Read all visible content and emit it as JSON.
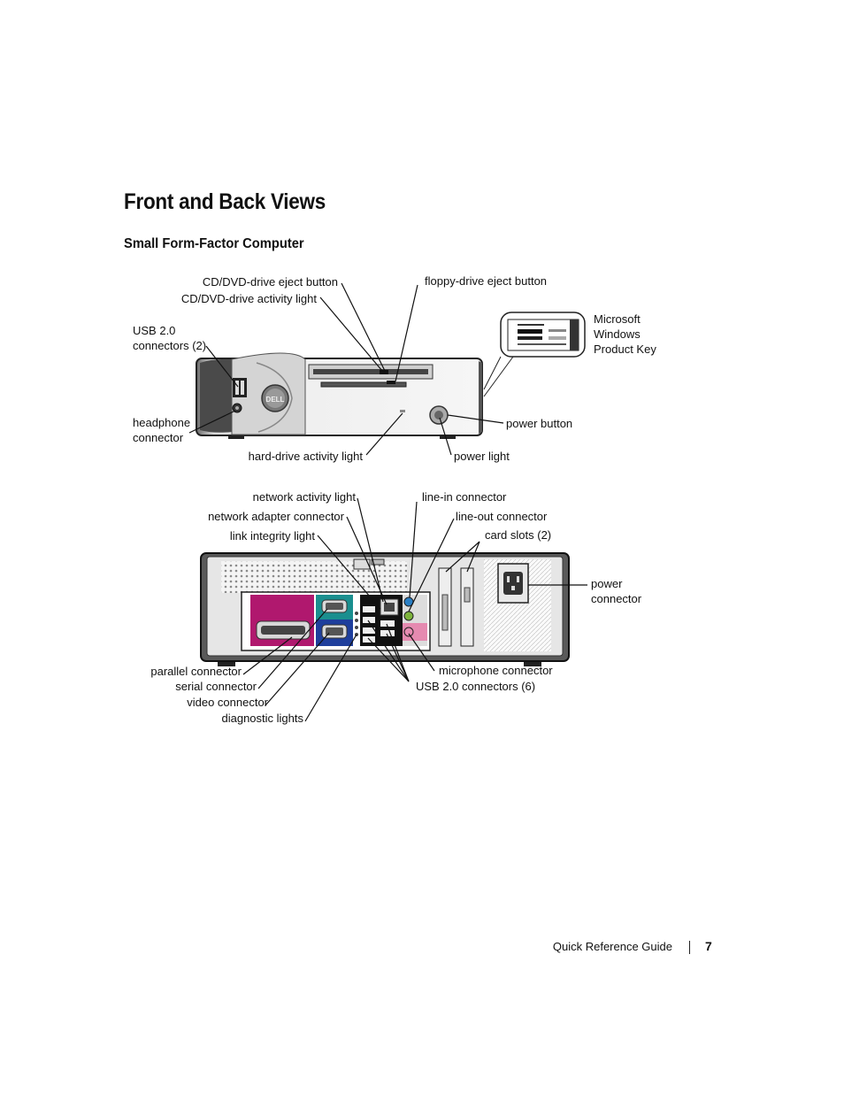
{
  "heading": "Front and Back Views",
  "subheading": "Small Form-Factor Computer",
  "front_labels": {
    "cd_eject": "CD/DVD-drive eject button",
    "cd_activity": "CD/DVD-drive activity light",
    "floppy_eject": "floppy-drive eject button",
    "usb_front": "USB 2.0\nconnectors (2)",
    "product_key": "Microsoft\nWindows\nProduct Key",
    "headphone": "headphone\nconnector",
    "power_button": "power button",
    "hd_activity": "hard-drive activity light",
    "power_light": "power light"
  },
  "back_labels": {
    "network_activity": "network activity light",
    "network_adapter": "network adapter connector",
    "link_integrity": "link integrity light",
    "line_in": "line-in connector",
    "line_out": "line-out connector",
    "card_slots": "card slots (2)",
    "power_connector": "power\nconnector",
    "parallel": "parallel connector",
    "serial": "serial connector",
    "video": "video connector",
    "diagnostic": "diagnostic lights",
    "microphone": "microphone connector",
    "usb_back": "USB 2.0 connectors (6)"
  },
  "logo_text": "DELL",
  "footer": {
    "text": "Quick Reference Guide",
    "page": "7"
  },
  "colors": {
    "parallel_port": "#b0186e",
    "serial_port": "#1a8f8f",
    "video_port": "#1f3f9c",
    "line_in": "#2a7fc4",
    "line_out": "#7db33c",
    "microphone": "#e58ab0"
  }
}
